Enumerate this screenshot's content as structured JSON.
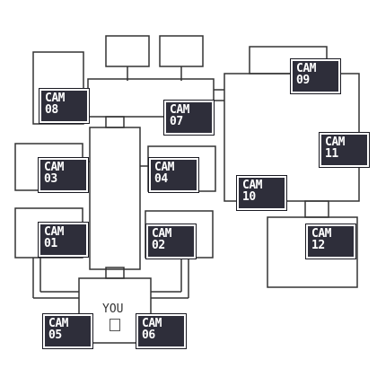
{
  "map": {
    "you_label": "YOU",
    "cameras": [
      {
        "id": "cam08",
        "line1": "CAM",
        "line2": "08"
      },
      {
        "id": "cam07",
        "line1": "CAM",
        "line2": "07"
      },
      {
        "id": "cam09",
        "line1": "CAM",
        "line2": "09"
      },
      {
        "id": "cam11",
        "line1": "CAM",
        "line2": "11"
      },
      {
        "id": "cam03",
        "line1": "CAM",
        "line2": "03"
      },
      {
        "id": "cam04",
        "line1": "CAM",
        "line2": "04"
      },
      {
        "id": "cam10",
        "line1": "CAM",
        "line2": "10"
      },
      {
        "id": "cam01",
        "line1": "CAM",
        "line2": "01"
      },
      {
        "id": "cam02",
        "line1": "CAM",
        "line2": "02"
      },
      {
        "id": "cam12",
        "line1": "CAM",
        "line2": "12"
      },
      {
        "id": "cam05",
        "line1": "CAM",
        "line2": "05"
      },
      {
        "id": "cam06",
        "line1": "CAM",
        "line2": "06"
      }
    ]
  },
  "colors": {
    "room_outline": "#333333",
    "camera_bg": "#2e2e3a",
    "camera_text": "#ffffff"
  }
}
